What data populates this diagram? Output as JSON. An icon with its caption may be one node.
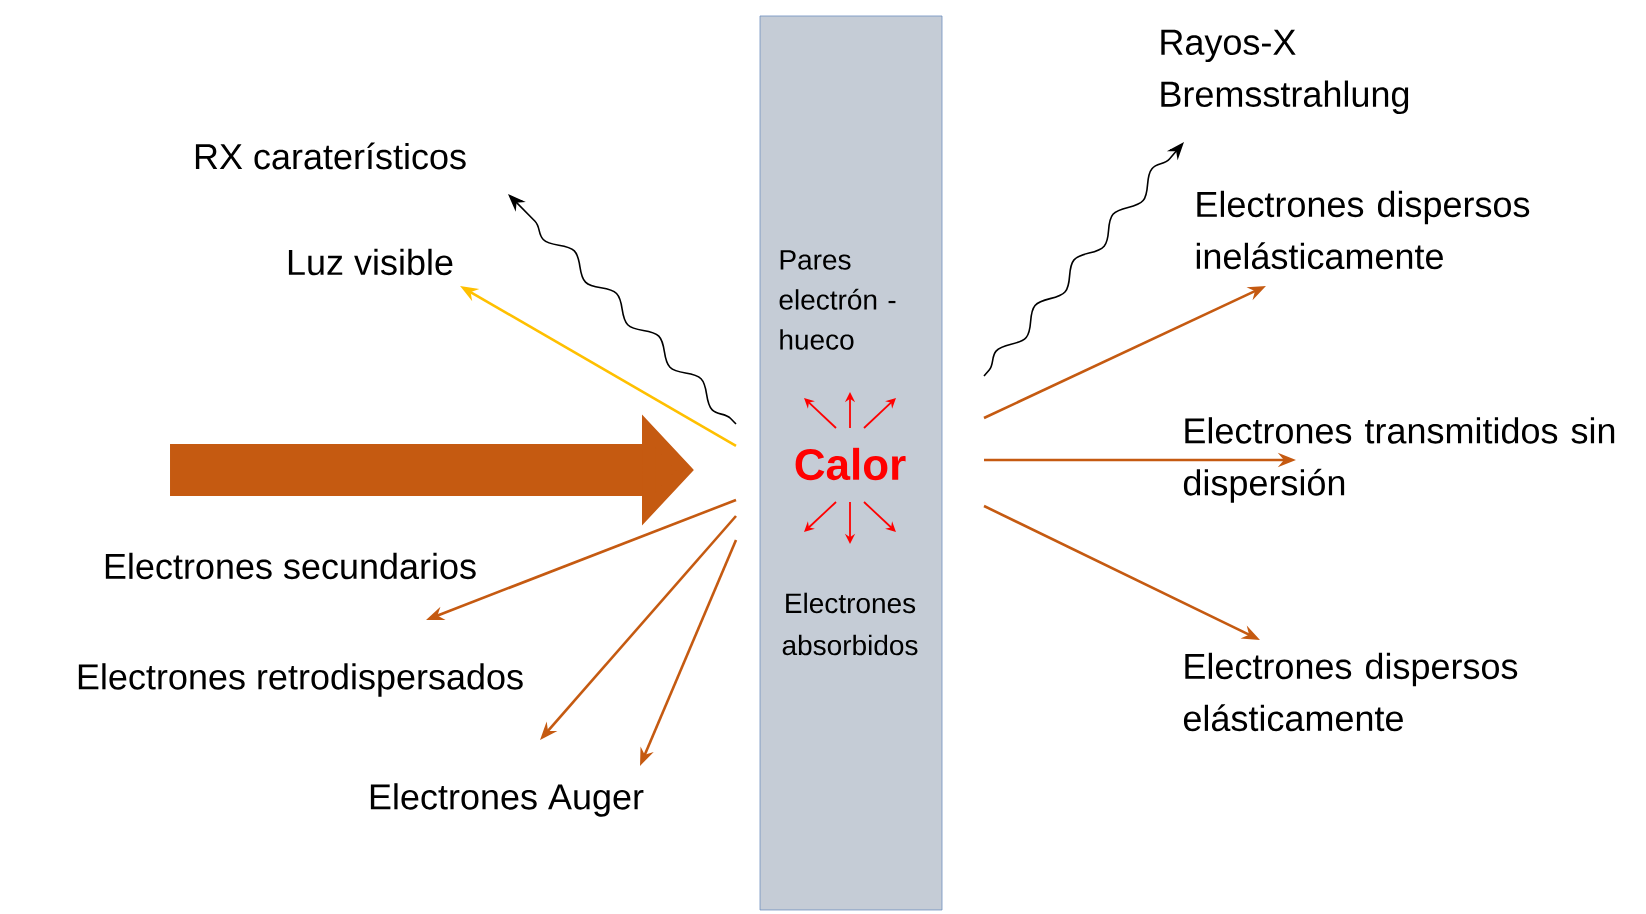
{
  "diagram": {
    "nodes": [
      {
        "text": [
          "Pares electrón - hueco",
          "Calor",
          "Electrones absorbidos"
        ]
      },
      {
        "text": [
          "RX caraterísticos"
        ]
      },
      {
        "text": [
          "Luz visible"
        ]
      },
      {
        "text": [
          "Electrones secundarios"
        ]
      },
      {
        "text": [
          "Electrones retrodispersados"
        ]
      },
      {
        "text": [
          "Electrones Auger"
        ]
      },
      {
        "text": [
          "Rayos-X Bremsstrahlung"
        ]
      },
      {
        "text": [
          "Electrones dispersos inelásticamente"
        ]
      },
      {
        "text": [
          "Electrones transmitidos sin dispersión"
        ]
      },
      {
        "text": [
          "Electrones dispersos elásticamente"
        ]
      }
    ],
    "edges": [
      {
        "from": 0,
        "to": 1,
        "arrow": "to",
        "color": "#000000"
      },
      {
        "from": 0,
        "to": 2,
        "arrow": "to",
        "color": "#ffc000"
      },
      {
        "from": 0,
        "to": 3,
        "arrow": "to"
      },
      {
        "from": 0,
        "to": 4,
        "arrow": "to"
      },
      {
        "from": 0,
        "to": 5,
        "arrow": "to"
      },
      {
        "from": 0,
        "to": 6,
        "arrow": "to",
        "color": "#000000"
      },
      {
        "from": 0,
        "to": 7,
        "arrow": "to"
      },
      {
        "from": 0,
        "to": 8,
        "arrow": "to"
      },
      {
        "from": 0,
        "to": 9,
        "arrow": "to"
      },
      {
        "from": null,
        "to": 0,
        "arrow": "to",
        "style": "thick"
      }
    ]
  }
}
